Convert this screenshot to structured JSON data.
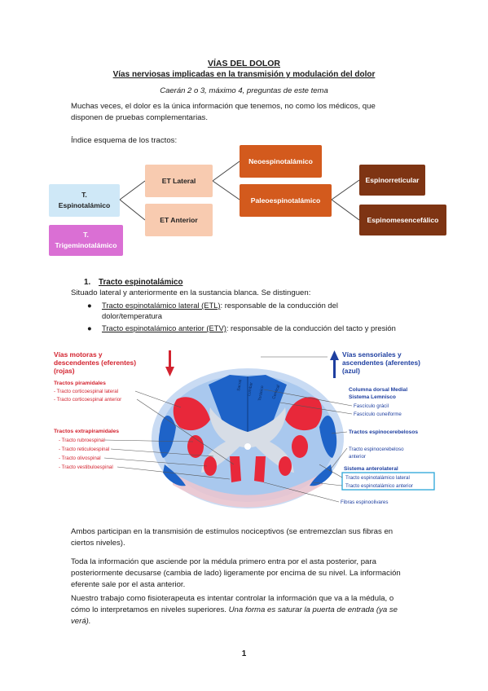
{
  "document": {
    "title": "VÍAS DEL DOLOR",
    "subtitle": "Vías nerviosas implicadas en la transmisión y modulación del dolor",
    "note": "Caerán 2 o 3, máximo 4, preguntas de este tema",
    "intro_line1": "Muchas veces, el dolor es la única información que tenemos, no como los médicos, que",
    "intro_line2": "disponen de pruebas complementarias.",
    "index_label": "Índice esquema de los tractos:"
  },
  "scheme": {
    "spinothalamic_line1": "T.",
    "spinothalamic_line2": "Espinotalámico",
    "trigeminothalamic_line1": "T.",
    "trigeminothalamic_line2": "Trigeminotalámico",
    "et_lateral": "ET Lateral",
    "et_anterior": "ET Anterior",
    "neo": "Neoespinotalámico",
    "paleo": "Paleoespinotalámico",
    "espinorreticular": "Espinorreticular",
    "espinomesencefalico": "Espinomesencefálico"
  },
  "section1": {
    "number": "1.",
    "heading": "Tracto espinotalámico",
    "description": "Situado lateral y anteriormente en la sustancia blanca. Se distinguen:",
    "bullets": [
      {
        "term": "Tracto espinotalámico lateral (ETL)",
        "rest1": ": responsable de la conducción del",
        "rest2": "dolor/temperatura"
      },
      {
        "term": "Tracto espinotalámico anterior (ETV)",
        "rest1": ": responsable de la conducción del tacto y presión"
      }
    ]
  },
  "figure": {
    "left_header_line1": "Vías motoras y",
    "left_header_line2": "descendentes (eferentes)",
    "left_header_line3": "(rojas)",
    "pyramidal_title": "Tractos piramidales",
    "pyramidal_items": [
      "- Tracto corticoespinal lateral",
      "- Tracto corticoespinal anterior"
    ],
    "extrapyramidal_title": "Tractos extrapiramidales",
    "extrapyramidal_items": [
      "- Tracto rubroespinal",
      "- Tracto reticuloespinal",
      "- Tracto olivospinal",
      "- Tracto vestibuloespinal"
    ],
    "right_header_line1": "Vías sensoriales y",
    "right_header_line2": "ascendentes (aferentes)",
    "right_header_line3": "(azul)",
    "dorsal_title_line1": "Columna dorsal Medial",
    "dorsal_title_line2": "Sistema Lemnisco",
    "dorsal_items": [
      "Fascículo grácil",
      "Fascículo cuneiforme"
    ],
    "spinocerebellar_title": "Tractos espinocerebelosos",
    "spinocerebellar_item_line1": "Tracto espinocerebeloso",
    "spinocerebellar_item_line2": "anterior",
    "anterolateral_title": "Sistema anterolateral",
    "anterolateral_items": [
      "Tracto espinotalámico lateral",
      "Tracto espinotalámico anterior"
    ],
    "olivary": "Fibras espinoolivares",
    "inner_labels": [
      "Sacral",
      "Lumbar",
      "Torácico",
      "Cervical"
    ],
    "colors": {
      "motor_red": "#e8283a",
      "sensory_blue": "#1e63c8",
      "light_blue": "#a9c8ee",
      "highlight_box": "#2aa6d8"
    }
  },
  "closing": {
    "p1_line1": "Ambos participan en la transmisión de estímulos nociceptivos (se entremezclan sus fibras en",
    "p1_line2": "ciertos niveles).",
    "p2_line1": "Toda la información que asciende por la médula primero entra por el asta posterior, para",
    "p2_line2": "posteriormente decusarse (cambia de lado) ligeramente por encima de su nivel. La información",
    "p2_line3": "eferente sale por el asta anterior.",
    "p3_line1": "Nuestro trabajo como fisioterapeuta es intentar controlar la información que va a la médula, o",
    "p3_line2a": "cómo lo interpretamos en niveles superiores. ",
    "p3_line2b": "Una forma es saturar la puerta de entrada (ya se",
    "p3_line3": "verá)."
  },
  "page_number": "1"
}
